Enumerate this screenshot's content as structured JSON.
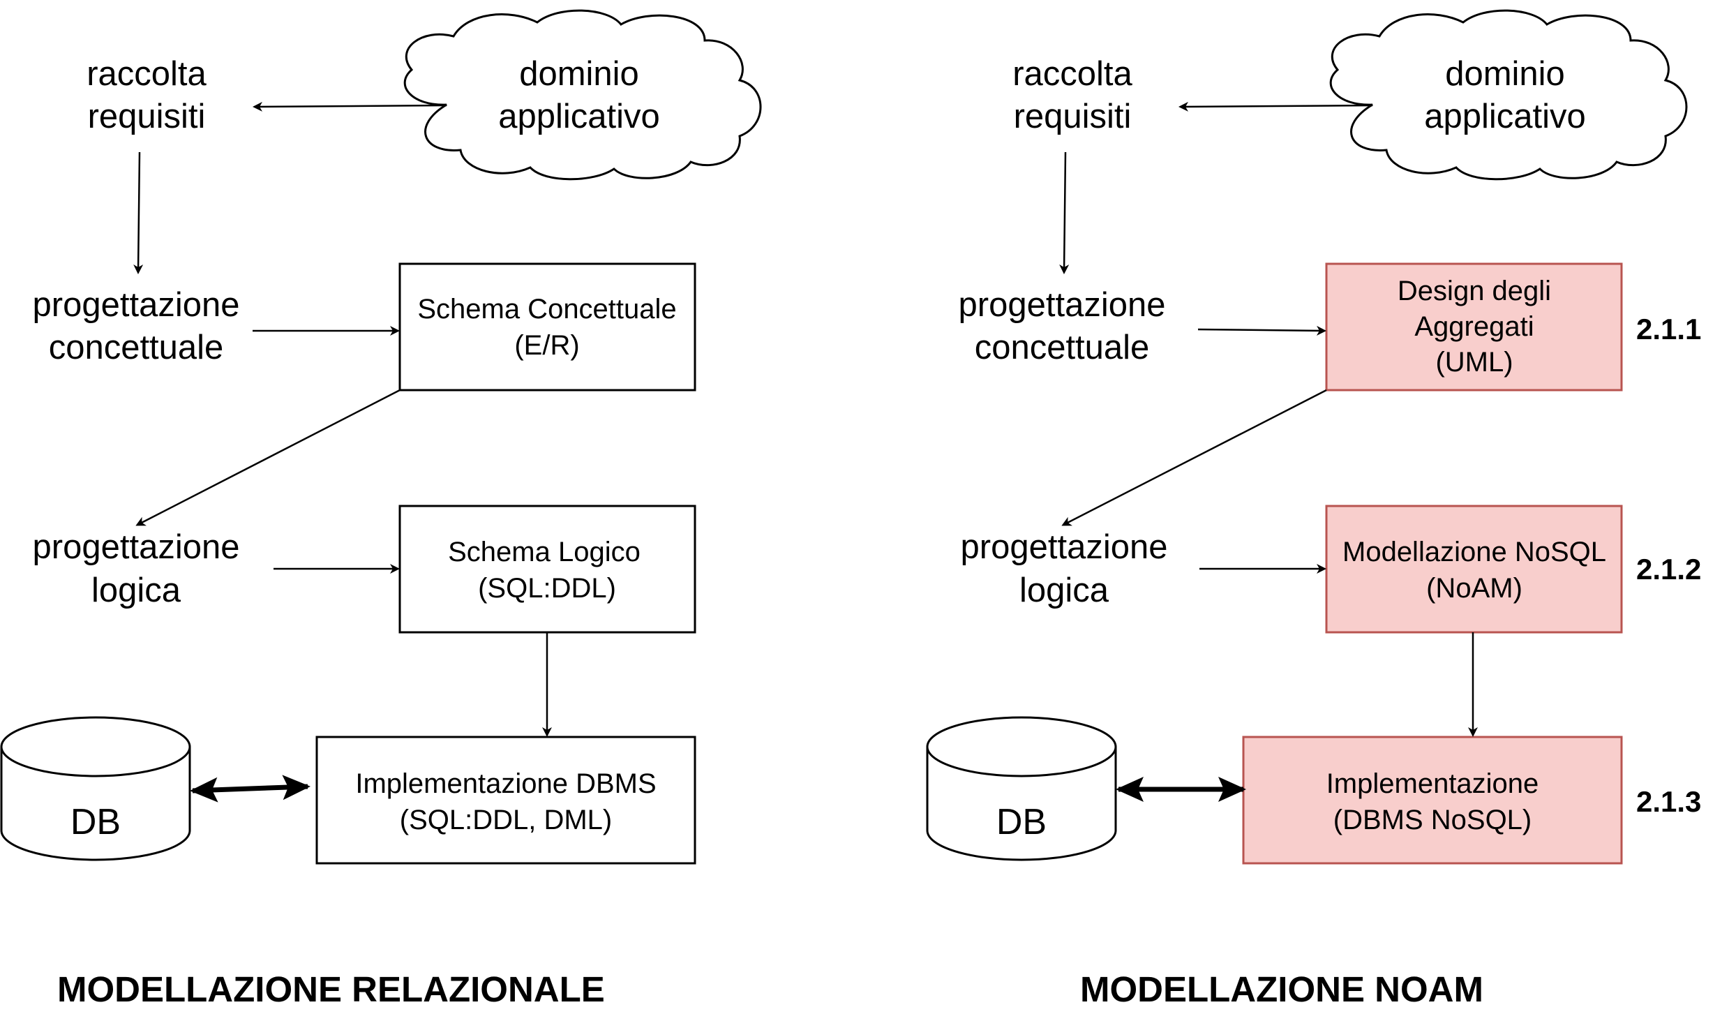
{
  "colors": {
    "highlight_fill": "#f8cecc",
    "highlight_stroke": "#b85450",
    "line": "#000000"
  },
  "left": {
    "title": "MODELLAZIONE RELAZIONALE",
    "req": [
      "raccolta",
      "requisiti"
    ],
    "domain": [
      "dominio",
      "applicativo"
    ],
    "conc": [
      "progettazione",
      "concettuale"
    ],
    "log": [
      "progettazione",
      "logica"
    ],
    "box1": [
      "Schema Concettuale",
      "(E/R)"
    ],
    "box2": [
      "Schema Logico",
      "(SQL:DDL)"
    ],
    "box3": [
      "Implementazione DBMS",
      "(SQL:DDL, DML)"
    ],
    "db": "DB"
  },
  "right": {
    "title": "MODELLAZIONE NOAM",
    "req": [
      "raccolta",
      "requisiti"
    ],
    "domain": [
      "dominio",
      "applicativo"
    ],
    "conc": [
      "progettazione",
      "concettuale"
    ],
    "log": [
      "progettazione",
      "logica"
    ],
    "box1": [
      "Design degli",
      "Aggregati",
      "(UML)"
    ],
    "box2": [
      "Modellazione NoSQL",
      "(NoAM)"
    ],
    "box3": [
      "Implementazione",
      "(DBMS NoSQL)"
    ],
    "db": "DB",
    "sections": [
      "2.1.1",
      "2.1.2",
      "2.1.3"
    ]
  }
}
